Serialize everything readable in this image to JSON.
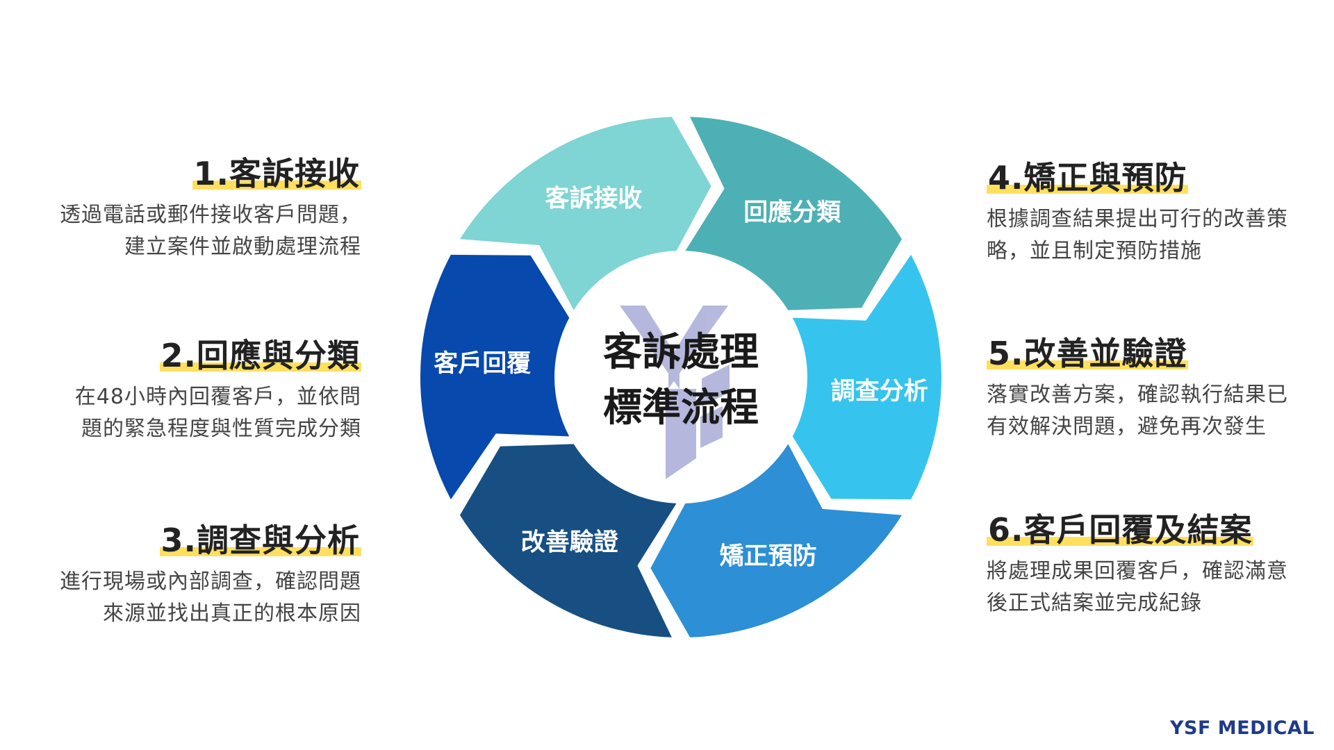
{
  "cycle": {
    "center_title_line1": "客訴處理",
    "center_title_line2": "標準流程",
    "segments": [
      {
        "label": "客訴接收",
        "color": "#7fd4d4"
      },
      {
        "label": "回應分類",
        "color": "#4db0b5"
      },
      {
        "label": "調查分析",
        "color": "#36c4ef"
      },
      {
        "label": "矯正預防",
        "color": "#2d8fd5"
      },
      {
        "label": "改善驗證",
        "color": "#174f82"
      },
      {
        "label": "客戶回覆",
        "color": "#0749ad"
      }
    ]
  },
  "steps": [
    {
      "title": "1.客訴接收",
      "desc": "透過電話或郵件接收客戶問題，\n建立案件並啟動處理流程"
    },
    {
      "title": "2.回應與分類",
      "desc": "在48小時內回覆客戶，並依問\n題的緊急程度與性質完成分類"
    },
    {
      "title": "3.調查與分析",
      "desc": "進行現場或內部調查，確認問題\n來源並找出真正的根本原因"
    },
    {
      "title": "4.矯正與預防",
      "desc": "根據調查結果提出可行的改善策\n略，並且制定預防措施"
    },
    {
      "title": "5.改善並驗證",
      "desc": "落實改善方案，確認執行結果已\n有效解決問題，避免再次發生"
    },
    {
      "title": "6.客戶回覆及結案",
      "desc": "將處理成果回覆客戶，確認滿意\n後正式結案並完成紀錄"
    }
  ],
  "highlight_color": "#ffdf5e",
  "brand": "YSF MEDICAL"
}
